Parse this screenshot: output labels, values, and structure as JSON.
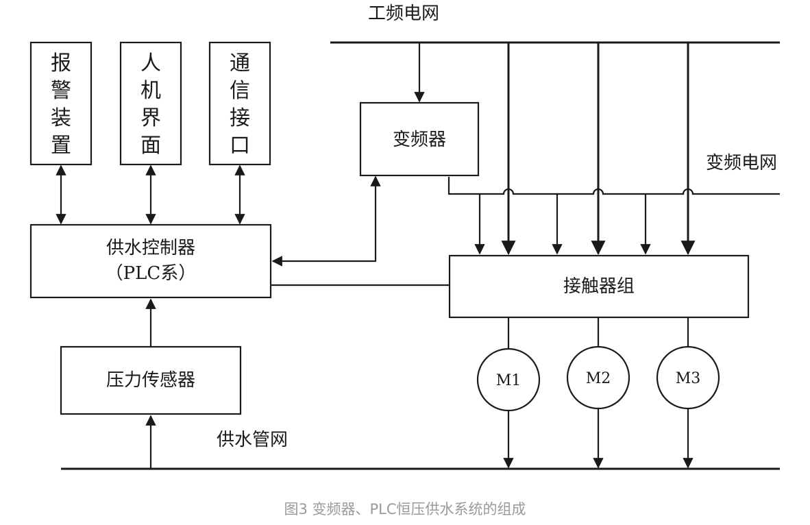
{
  "diagram": {
    "labels": {
      "power_grid": "工频电网",
      "vfd_grid": "变频电网",
      "water_network": "供水管网"
    },
    "boxes": {
      "alarm": [
        "报",
        "警",
        "装",
        "置"
      ],
      "hmi": [
        "人",
        "机",
        "界",
        "面"
      ],
      "comm": [
        "通",
        "信",
        "接",
        "口"
      ],
      "vfd": "变频器",
      "plc_line1": "供水控制器",
      "plc_line2": "（PLC系）",
      "contactor": "接触器组",
      "sensor": "压力传感器"
    },
    "motors": [
      "M1",
      "M2",
      "M3"
    ]
  },
  "caption": "图3 变频器、PLC恒压供水系统的组成"
}
